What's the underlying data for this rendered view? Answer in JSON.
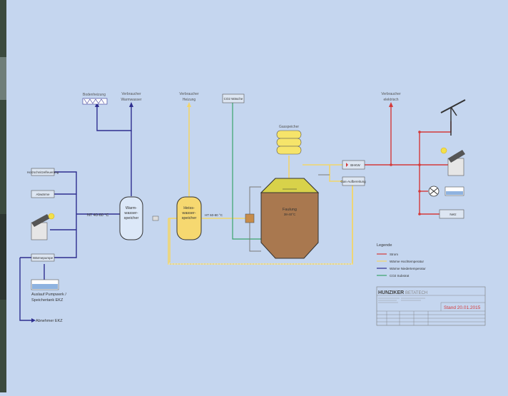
{
  "labels": {
    "bodenheizung": "Bodenheizung",
    "verbraucher_warmwasser_1": "Verbraucher",
    "verbraucher_warmwasser_2": "Warmwasser",
    "verbraucher_heizung_1": "Verbraucher",
    "verbraucher_heizung_2": "Heizung",
    "co2_waesche": "CO2 Wäsche",
    "gasspeicher": "Gasspeicher",
    "verbraucher_elektrisch_1": "Verbraucher",
    "verbraucher_elektrisch_2": "elektrisch",
    "holzschnitzel": "Holzschnitzelfeuerung",
    "abwaerme": "Abwärme",
    "waermepumpe": "Wärmepumpe",
    "nt_temp": "NT 40-60 °C",
    "ht_temp": "HT 60-80 °C",
    "warmwasser_speicher": [
      "Warm-",
      "wasser-",
      "speicher"
    ],
    "heisswasser_speicher": [
      "Heiss-",
      "wasser-",
      "speicher"
    ],
    "faulung": "Faulung",
    "faulung_temp": "38-40°C",
    "bhkw": "BHKW",
    "gas_aufbereitung": "Gas-Aufbereitung",
    "netz": "Netz",
    "auslauf_1": "Auslauf Pumpwerk /",
    "auslauf_2": "Speichertank EKZ",
    "abnehmer": "Abnehmer EKZ"
  },
  "legend": {
    "title": "Legende",
    "items": [
      {
        "label": "Strom",
        "color": "#d43a3a"
      },
      {
        "label": "Wärme Hochtemperatur",
        "color": "#f2d56b"
      },
      {
        "label": "Wärme Niedertemperatur",
        "color": "#2e2e8f"
      },
      {
        "label": "CO2 Substrat",
        "color": "#3aa36b"
      }
    ]
  },
  "titleblock": {
    "company": "HUNZIKER",
    "company_suffix": "BETATECH",
    "stand": "Stand 20.01.2015"
  },
  "colors": {
    "background": "#c5d6ef",
    "strom": "#d43a3a",
    "hochtemp": "#f2d56b",
    "niedertemp": "#2e2e8f",
    "co2": "#3aa36b",
    "digester": "#a9784f",
    "digester_top": "#d8d24a"
  }
}
